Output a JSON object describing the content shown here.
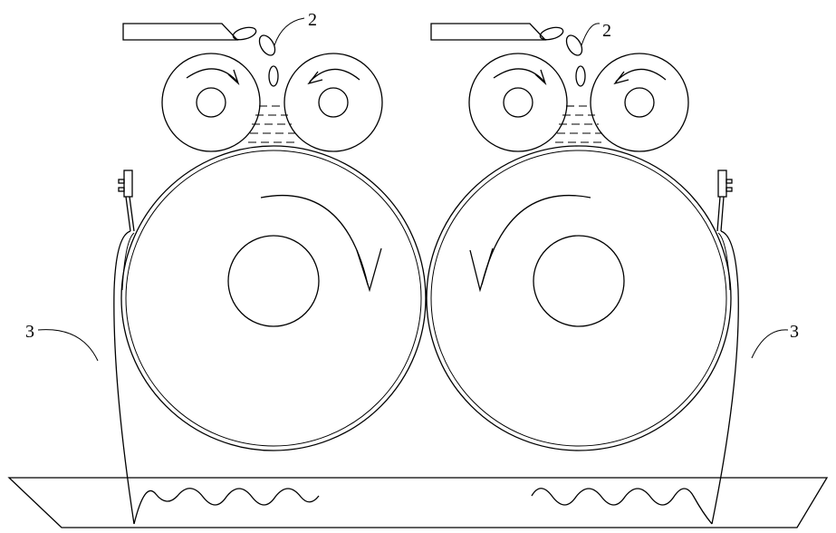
{
  "labels": {
    "feed_left": "2",
    "feed_right": "2",
    "scraper_left": "3",
    "scraper_right": "3"
  }
}
